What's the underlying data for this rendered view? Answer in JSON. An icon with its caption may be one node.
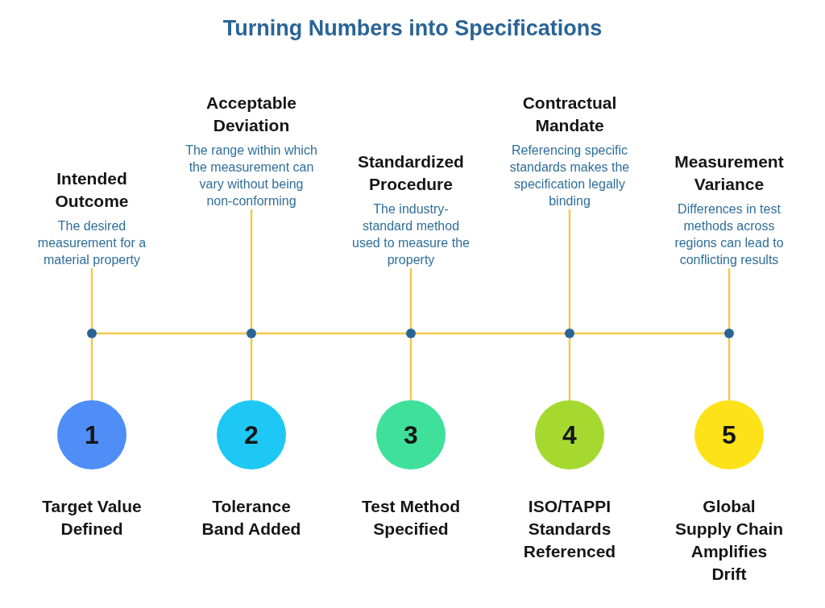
{
  "diagram": {
    "title": "Turning Numbers into Specifications",
    "nodes": [
      {
        "text": [
          "Intended Outcome",
          "The desired measurement for a material property"
        ]
      },
      {
        "text": [],
        "shape": "circle"
      },
      {
        "text": [
          "1"
        ],
        "beside": [
          "Target Value Defined"
        ]
      },
      {
        "text": [
          "Acceptable Deviation",
          "The range within which the measurement can vary without being non-conforming"
        ]
      },
      {
        "text": [],
        "shape": "circle"
      },
      {
        "text": [
          "2"
        ],
        "beside": [
          "Tolerance Band Added"
        ]
      },
      {
        "text": [
          "Standardized Procedure",
          "The industry-standard method used to measure the property"
        ]
      },
      {
        "text": [],
        "shape": "circle"
      },
      {
        "text": [
          "3"
        ],
        "beside": [
          "Test Method Specified"
        ]
      },
      {
        "text": [
          "Contractual Mandate",
          "Referencing specific standards makes the specification legally binding"
        ]
      },
      {
        "text": [],
        "shape": "circle"
      },
      {
        "text": [
          "4"
        ],
        "beside": [
          "ISO/TAPPI Standards Referenced"
        ]
      },
      {
        "text": [
          "Measurement Variance",
          "Differences in test methods across regions can lead to conflicting results"
        ]
      },
      {
        "text": [],
        "shape": "circle"
      },
      {
        "text": [
          "5"
        ],
        "beside": [
          "Global Supply Chain Amplifies Drift"
        ]
      }
    ],
    "edges": [
      {
        "from": 0,
        "to": 1,
        "arrow": "none"
      },
      {
        "from": 1,
        "to": 2,
        "arrow": "none"
      },
      {
        "from": 1,
        "to": 4,
        "arrow": "none"
      },
      {
        "from": 3,
        "to": 4,
        "arrow": "none"
      },
      {
        "from": 4,
        "to": 5,
        "arrow": "none"
      },
      {
        "from": 4,
        "to": 7,
        "arrow": "none"
      },
      {
        "from": 6,
        "to": 7,
        "arrow": "none"
      },
      {
        "from": 7,
        "to": 8,
        "arrow": "none"
      },
      {
        "from": 7,
        "to": 10,
        "arrow": "none"
      },
      {
        "from": 9,
        "to": 10,
        "arrow": "none"
      },
      {
        "from": 10,
        "to": 11,
        "arrow": "none"
      },
      {
        "from": 10,
        "to": 13,
        "arrow": "none"
      },
      {
        "from": 12,
        "to": 13,
        "arrow": "none"
      },
      {
        "from": 13,
        "to": 14,
        "arrow": "none"
      }
    ]
  }
}
